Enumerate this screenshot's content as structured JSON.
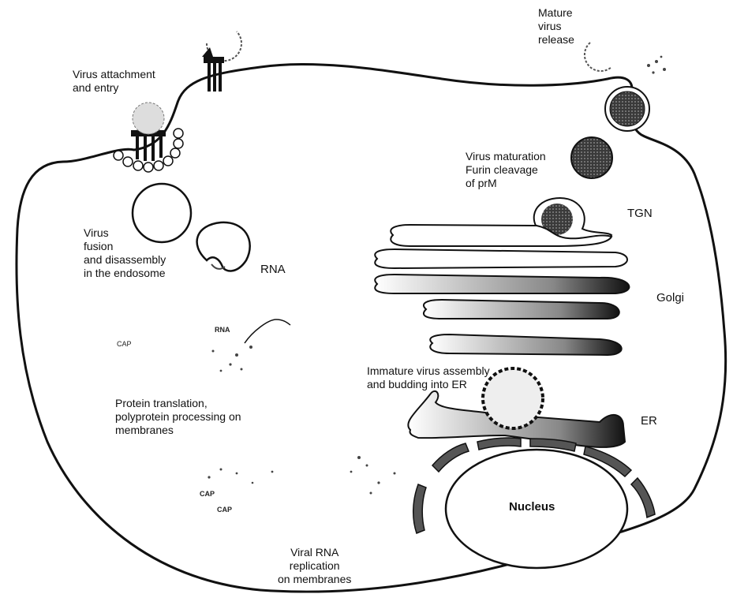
{
  "labels": {
    "virus_attachment": "Virus attachment\nand entry",
    "mature_release": "Mature\nvirus\nrelease",
    "virus_maturation": "Virus maturation\nFurin cleavage\nof prM",
    "tgn": "TGN",
    "virus_fusion": "Virus\nfusion\nand disassembly\nin the endosome",
    "rna_endosome": "RNA",
    "golgi": "Golgi",
    "rna_small": "RNA",
    "cap_1": "CAP",
    "immature_assembly": "Immature virus assembly\nand budding into ER",
    "er": "ER",
    "protein_translation": "Protein translation,\npolyprotein processing on\nmembranes",
    "cap_2": "CAP",
    "cap_3": "CAP",
    "nucleus": "Nucleus",
    "viral_rna_replication": "Viral RNA\nreplication\non membranes"
  }
}
